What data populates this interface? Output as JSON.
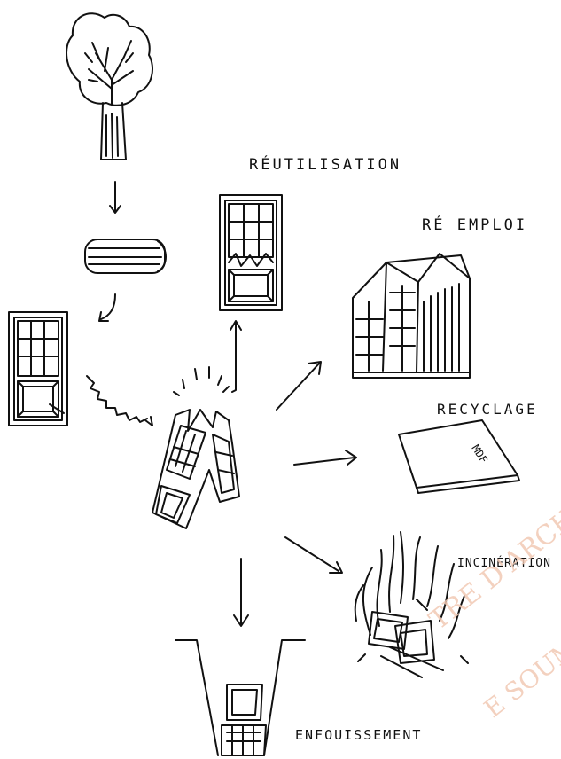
{
  "labels": {
    "reutilisation": "RÉUTILISATION",
    "reemploi": "RÉ EMPLOI",
    "recyclage": "RECYCLAGE",
    "incineration": "INCINÉRATION",
    "enfouissement": "ENFOUISSEMENT",
    "mdf": "MDF"
  },
  "watermark": {
    "line1": "TRE D'ARCHI",
    "line2": "E SOUM"
  },
  "colors": {
    "ink": "#111111",
    "watermark": "#f2c9b4"
  }
}
